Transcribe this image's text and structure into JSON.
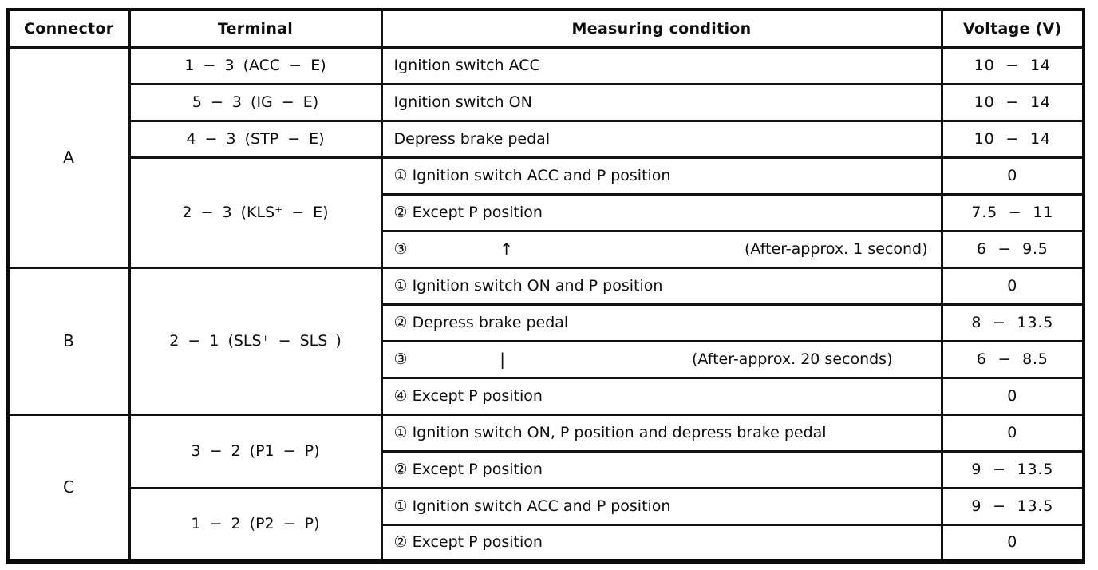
{
  "columns": [
    "Connector",
    "Terminal",
    "Measuring condition",
    "Voltage (V)"
  ],
  "groups": [
    {
      "connector": "A",
      "terminals": [
        {
          "label": "1 − 3 (ACC − E)",
          "conditions": [
            {
              "text": "Ignition switch ACC",
              "voltage": "10 − 14"
            }
          ]
        },
        {
          "label": "5 − 3 (IG − E)",
          "conditions": [
            {
              "text": "Ignition switch ON",
              "voltage": "10 − 14"
            }
          ]
        },
        {
          "label": "4 − 3 (STP − E)",
          "conditions": [
            {
              "text": "Depress brake pedal",
              "voltage": "10 − 14"
            }
          ]
        },
        {
          "label": "2 − 3 (KLS⁺ − E)",
          "conditions": [
            {
              "text": "① Ignition switch ACC and P position",
              "voltage": "0"
            },
            {
              "text": "② Except P position",
              "voltage": "7.5 − 11"
            },
            {
              "marker": "③",
              "arrow": "↑",
              "note": "(After-approx. 1 second)",
              "voltage": "6 − 9.5"
            }
          ]
        }
      ]
    },
    {
      "connector": "B",
      "terminals": [
        {
          "label": "2 − 1 (SLS⁺ − SLS⁻)",
          "conditions": [
            {
              "text": "① Ignition switch ON and P position",
              "voltage": "0"
            },
            {
              "text": "② Depress brake pedal",
              "voltage": "8 − 13.5"
            },
            {
              "marker": "③",
              "arrow": "|",
              "note": "(After-approx. 20 seconds)",
              "voltage": "6 − 8.5"
            },
            {
              "text": "④ Except P position",
              "voltage": "0"
            }
          ]
        }
      ]
    },
    {
      "connector": "C",
      "terminals": [
        {
          "label": "3 − 2 (P1 − P)",
          "conditions": [
            {
              "text": "① Ignition switch ON, P position and depress brake pedal",
              "voltage": "0"
            },
            {
              "text": "② Except P position",
              "voltage": "9 − 13.5"
            }
          ]
        },
        {
          "label": "1 − 2 (P2 − P)",
          "conditions": [
            {
              "text": "① Ignition switch ACC and P position",
              "voltage": "9 − 13.5"
            },
            {
              "text": "② Except P position",
              "voltage": "0"
            }
          ]
        }
      ]
    }
  ]
}
